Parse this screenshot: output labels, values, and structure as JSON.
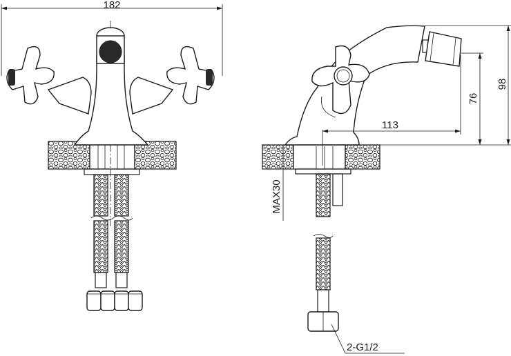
{
  "title": "Bidet mixer technical drawing",
  "dimensions": {
    "overall_width": "182",
    "spout_reach": "113",
    "outlet_height": "76",
    "total_height": "98",
    "max_deck_thickness": "MAX30",
    "connection_thread": "2-G1/2"
  }
}
